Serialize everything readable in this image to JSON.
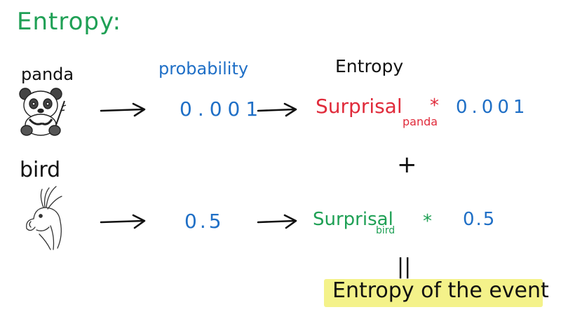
{
  "title": "Entropy:",
  "headers": {
    "probability": "probability",
    "entropy": "Entropy"
  },
  "events": [
    {
      "label": "panda",
      "icon": "panda-icon",
      "probability": "0.001",
      "surprisal": "Surprisal",
      "subscript": "panda",
      "operator": "*",
      "value": "0.001"
    },
    {
      "label": "bird",
      "icon": "bird-icon",
      "probability": "0.5",
      "surprisal": "Surprisal",
      "subscript": "bird",
      "operator": "*",
      "value": "0.5"
    }
  ],
  "plus": "+",
  "equals": "||",
  "result": "Entropy of the event",
  "colors": {
    "title": "#1fa055",
    "probability": "#1f6fc6",
    "panda_surprisal": "#e02b3b",
    "bird_surprisal": "#1fa055",
    "highlight": "#f4f28a"
  }
}
